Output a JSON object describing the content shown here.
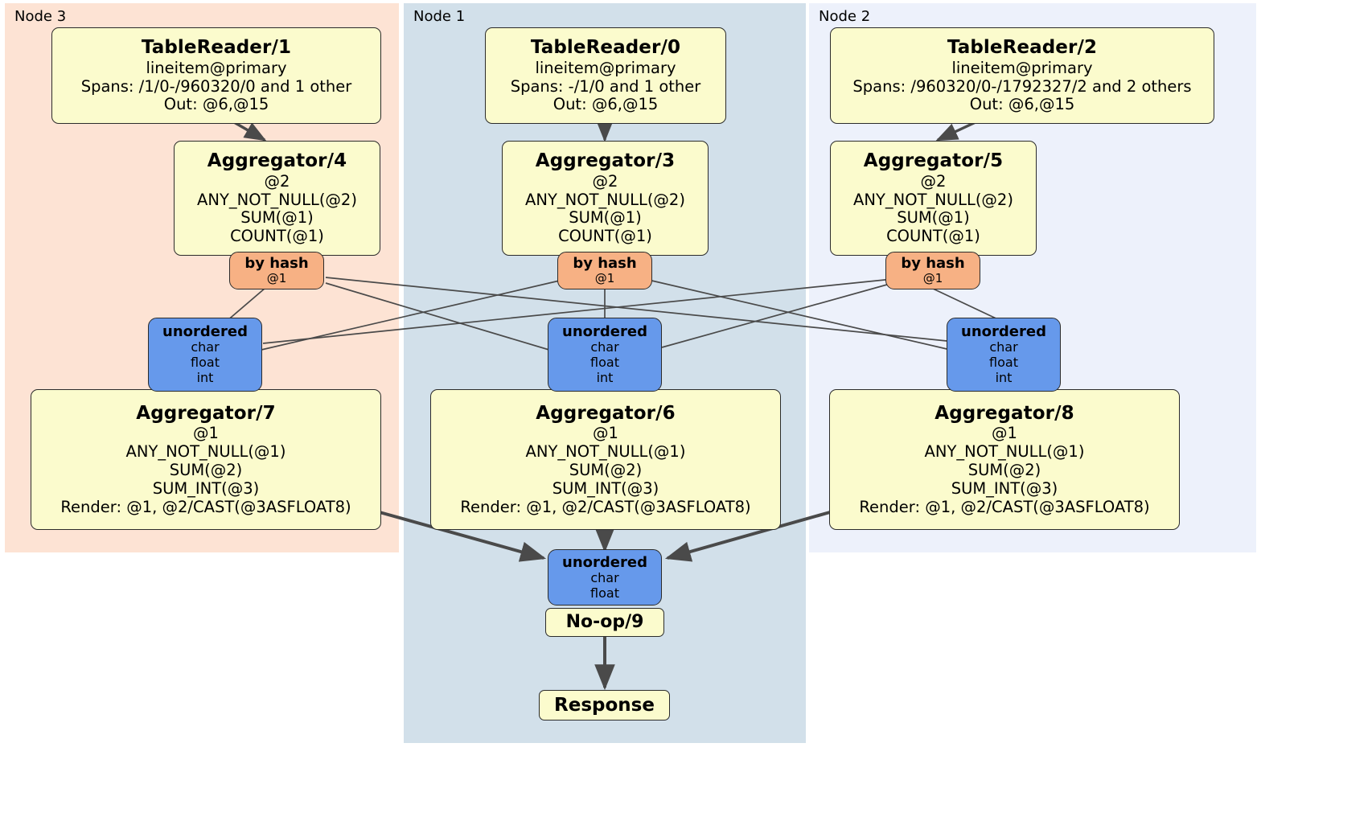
{
  "diagram": {
    "type": "distributed-query-plan",
    "clusters": [
      {
        "id": "node3",
        "label": "Node 3",
        "color": "#FDE3D4"
      },
      {
        "id": "node1",
        "label": "Node 1",
        "color": "#D2E0EA"
      },
      {
        "id": "node2",
        "label": "Node 2",
        "color": "#EDF1FB"
      }
    ],
    "colors": {
      "processor_fill": "#FBFBCD",
      "router_fill": "#F7B184",
      "sync_fill": "#6699EB",
      "border": "#2B2B2B",
      "edge": "#4A4A4A"
    },
    "table_readers": {
      "tr1": {
        "title": "TableReader/1",
        "table": "lineitem@primary",
        "spans": "Spans: /1/0-/960320/0 and 1 other",
        "out": "Out: @6,@15"
      },
      "tr0": {
        "title": "TableReader/0",
        "table": "lineitem@primary",
        "spans": "Spans: -/1/0 and 1 other",
        "out": "Out: @6,@15"
      },
      "tr2": {
        "title": "TableReader/2",
        "table": "lineitem@primary",
        "spans": "Spans: /960320/0-/1792327/2 and 2 others",
        "out": "Out: @6,@15"
      }
    },
    "aggregators_stage1": {
      "agg4": {
        "title": "Aggregator/4",
        "group": "@2",
        "funcs": [
          "ANY_NOT_NULL(@2)",
          "SUM(@1)",
          "COUNT(@1)"
        ]
      },
      "agg3": {
        "title": "Aggregator/3",
        "group": "@2",
        "funcs": [
          "ANY_NOT_NULL(@2)",
          "SUM(@1)",
          "COUNT(@1)"
        ]
      },
      "agg5": {
        "title": "Aggregator/5",
        "group": "@2",
        "funcs": [
          "ANY_NOT_NULL(@2)",
          "SUM(@1)",
          "COUNT(@1)"
        ]
      }
    },
    "routers": {
      "r4": {
        "title": "by hash",
        "key": "@1"
      },
      "r3": {
        "title": "by hash",
        "key": "@1"
      },
      "r5": {
        "title": "by hash",
        "key": "@1"
      }
    },
    "synchronizers_mid": {
      "s7": {
        "title": "unordered",
        "types": [
          "char",
          "float",
          "int"
        ]
      },
      "s6": {
        "title": "unordered",
        "types": [
          "char",
          "float",
          "int"
        ]
      },
      "s8": {
        "title": "unordered",
        "types": [
          "char",
          "float",
          "int"
        ]
      }
    },
    "aggregators_stage2": {
      "agg7": {
        "title": "Aggregator/7",
        "group": "@1",
        "funcs": [
          "ANY_NOT_NULL(@1)",
          "SUM(@2)",
          "SUM_INT(@3)"
        ],
        "render": "Render: @1, @2/CAST(@3ASFLOAT8)"
      },
      "agg6": {
        "title": "Aggregator/6",
        "group": "@1",
        "funcs": [
          "ANY_NOT_NULL(@1)",
          "SUM(@2)",
          "SUM_INT(@3)"
        ],
        "render": "Render: @1, @2/CAST(@3ASFLOAT8)"
      },
      "agg8": {
        "title": "Aggregator/8",
        "group": "@1",
        "funcs": [
          "ANY_NOT_NULL(@1)",
          "SUM(@2)",
          "SUM_INT(@3)"
        ],
        "render": "Render: @1, @2/CAST(@3ASFLOAT8)"
      }
    },
    "final_sync": {
      "title": "unordered",
      "types": [
        "char",
        "float"
      ]
    },
    "noop": {
      "title": "No-op/9"
    },
    "response": {
      "title": "Response"
    }
  }
}
